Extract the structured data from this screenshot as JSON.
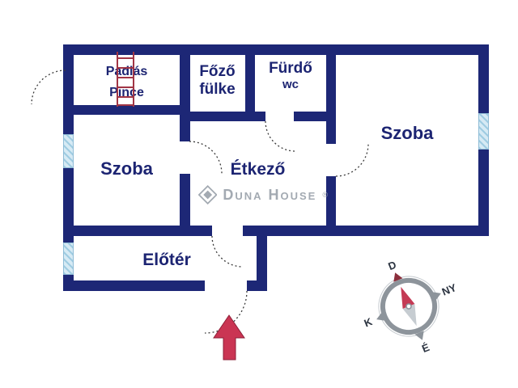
{
  "floorplan": {
    "rooms": {
      "padlas": {
        "line1": "Padlás",
        "line2": "Pince"
      },
      "fozofulke": {
        "line1": "Főző",
        "line2": "fülke"
      },
      "furdo": {
        "line1": "Fürdő",
        "line2": "wc"
      },
      "szoba_left": {
        "label": "Szoba"
      },
      "szoba_right": {
        "label": "Szoba"
      },
      "etkezo": {
        "label": "Étkező"
      },
      "eloter": {
        "label": "Előtér"
      }
    },
    "watermark": {
      "brand": "Duna House",
      "registered_mark": "®"
    },
    "compass": {
      "south": "D",
      "west": "NY",
      "east": "K",
      "north": "É"
    },
    "colors": {
      "wall_navy": "#1d2776",
      "label_navy": "#1c2472",
      "window_blue": "#bcd9e8",
      "entrance_arrow_red": "#ca3553",
      "ladder_red": "#a13545",
      "watermark_gray": "#a3aab2",
      "compass_ring_gray": "#8d949b",
      "compass_needle_red": "#c43b55"
    }
  }
}
